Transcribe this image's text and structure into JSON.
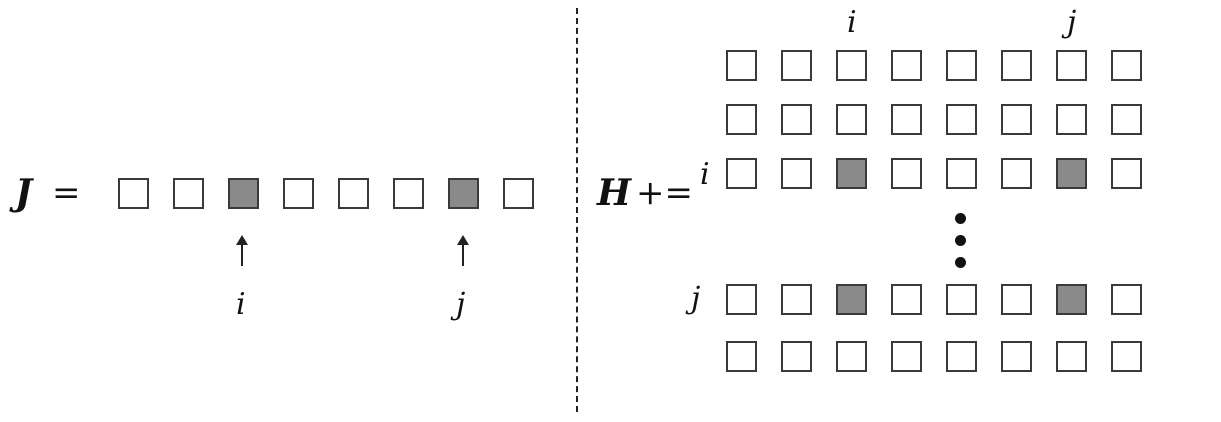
{
  "left": {
    "lhs_symbol": "J",
    "operator": "=",
    "vector_cells": [
      false,
      false,
      true,
      false,
      false,
      false,
      true,
      false
    ],
    "pointer_labels": [
      "i",
      "j"
    ]
  },
  "right": {
    "lhs_symbol": "H",
    "operator": "+=",
    "column_labels": [
      "i",
      "j"
    ],
    "row_labels": [
      "i",
      "j"
    ],
    "grid_top": [
      [
        false,
        false,
        false,
        false,
        false,
        false,
        false,
        false
      ],
      [
        false,
        false,
        false,
        false,
        false,
        false,
        false,
        false
      ],
      [
        false,
        false,
        true,
        false,
        false,
        false,
        true,
        false
      ]
    ],
    "grid_bottom": [
      [
        false,
        false,
        true,
        false,
        false,
        false,
        true,
        false
      ],
      [
        false,
        false,
        false,
        false,
        false,
        false,
        false,
        false
      ]
    ]
  }
}
